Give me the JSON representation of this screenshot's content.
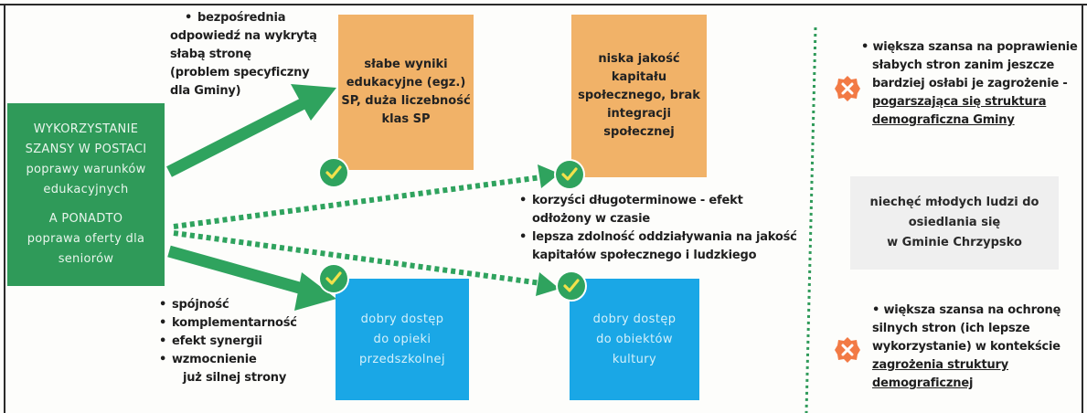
{
  "colors": {
    "green": "#2f9a59",
    "orange": "#f1b268",
    "blue": "#1aa7e6",
    "gray": "#efefef",
    "arrow": "#2fa35e",
    "check_mark": "#f2e14b",
    "x_badge": "#f27a45"
  },
  "left_box": {
    "lines": [
      "WYKORZYSTANIE",
      "SZANSY W POSTACI",
      "poprawy warunków",
      "edukacyjnych",
      "",
      "A PONADTO",
      "poprawa oferty dla",
      "seniorów"
    ]
  },
  "top_bullet": {
    "lines": [
      "bezpośrednia",
      "odpowiedź na wykrytą",
      "słabą stronę",
      "(problem specyficzny",
      "dla Gminy)"
    ]
  },
  "box_weak_education": {
    "lines": [
      "słabe wyniki",
      "edukacyjne (egz.)",
      "SP, duża liczebność",
      "klas SP"
    ]
  },
  "box_social_capital": {
    "lines": [
      "niska jakość",
      "kapitału",
      "społecznego, brak",
      "integracji",
      "społecznej"
    ]
  },
  "middle_bullets": [
    {
      "lines": [
        "korzyści długoterminowe - efekt",
        "odłożony w czasie"
      ]
    },
    {
      "lines": [
        "lepsza zdolność oddziaływania na jakość",
        "kapitałów społecznego i ludzkiego"
      ]
    }
  ],
  "bottom_bullets": [
    "spójność",
    "komplementarność",
    "efekt synergii",
    "wzmocnienie",
    "już silnej strony"
  ],
  "box_preschool": {
    "lines": [
      "dobry dostęp",
      "do opieki",
      "przedszkolnej"
    ]
  },
  "box_culture": {
    "lines": [
      "dobry dostęp",
      "do obiektów",
      "kultury"
    ]
  },
  "right_top": {
    "line1": "większa szansa na poprawienie",
    "line2": "słabych stron zanim jeszcze",
    "line3": "bardziej osłabi je zagrożenie -",
    "link1": "pogarszająca się struktura",
    "link2": "demograficzna Gminy"
  },
  "box_young_people": {
    "lines": [
      "niechęć młodych ludzi do",
      "osiedlania się",
      "w Gminie Chrzypsko"
    ]
  },
  "right_bottom": {
    "line1": "większa szansa na ochronę",
    "line2": "silnych stron (ich lepsze",
    "line3": "wykorzystanie) w kontekście",
    "link1": "zagrożenia struktury",
    "link2": "demograficznej"
  }
}
